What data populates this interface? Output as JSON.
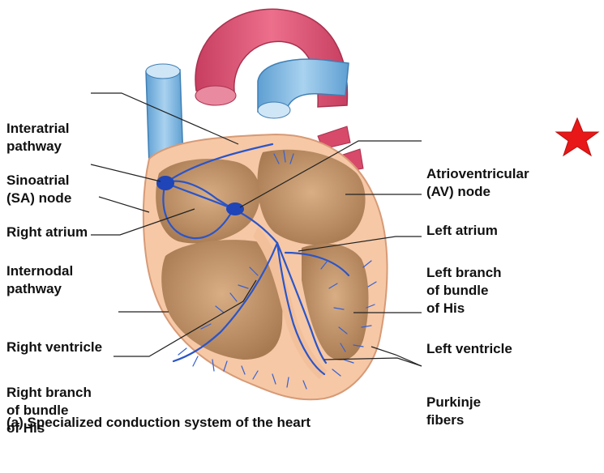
{
  "labels": {
    "interatrial": [
      "Interatrial",
      "pathway"
    ],
    "sinoatrial": [
      "Sinoatrial",
      "(SA) node"
    ],
    "right_atrium": [
      "Right atrium"
    ],
    "internodal": [
      "Internodal",
      "pathway"
    ],
    "right_ventricle": [
      "Right ventricle"
    ],
    "right_branch": [
      "Right branch",
      "of bundle",
      "of His"
    ],
    "av_node": [
      "Atrioventricular",
      "(AV) node"
    ],
    "left_atrium": [
      "Left atrium"
    ],
    "left_branch": [
      "Left branch",
      "of bundle",
      "of His"
    ],
    "left_ventricle": [
      "Left ventricle"
    ],
    "purkinje": [
      "Purkinje",
      "fibers"
    ]
  },
  "caption": "(a) Specialized conduction system of the heart",
  "colors": {
    "aorta": "#d84a6a",
    "vein": "#7fb6df",
    "muscle": "#f6c8a6",
    "chamber": "#c89a70",
    "conduction": "#2a55c9",
    "node": "#1f45b8",
    "star": "#e81818",
    "leader": "#222222"
  },
  "markers": {
    "star": "red-star-icon"
  }
}
